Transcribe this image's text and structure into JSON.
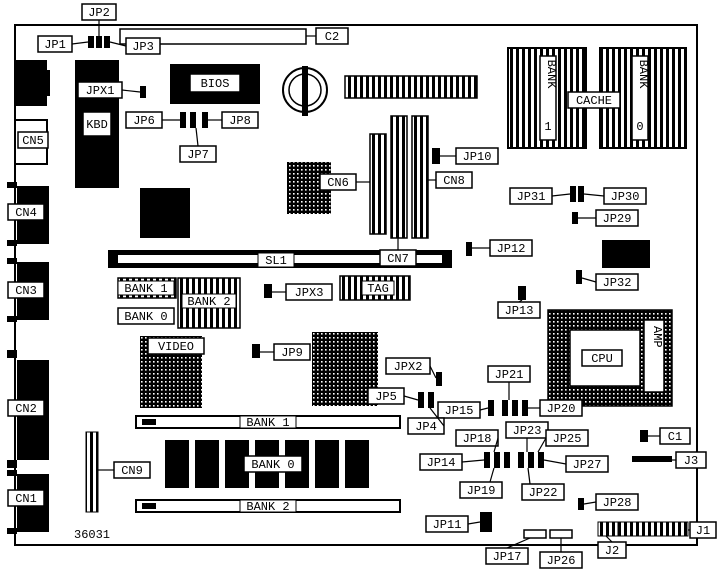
{
  "labels": {
    "jp2": "JP2",
    "jp1": "JP1",
    "jp3": "JP3",
    "c2": "C2",
    "jpx1": "JPX1",
    "bios": "BIOS",
    "kbd": "KBD",
    "jp6": "JP6",
    "jp8": "JP8",
    "jp7": "JP7",
    "cache": "CACHE",
    "bank_left": "BANK",
    "bank_right": "BANK",
    "bank_left_num": "1",
    "bank_right_num": "0",
    "cn5": "CN5",
    "jp10": "JP10",
    "cn6": "CN6",
    "cn8": "CN8",
    "jp31": "JP31",
    "jp30": "JP30",
    "jp29": "JP29",
    "cn4": "CN4",
    "sl1": "SL1",
    "cn7": "CN7",
    "jp12": "JP12",
    "cn3": "CN3",
    "bank1_sm": "BANK 1",
    "bank2_sm": "BANK 2",
    "bank0_sm": "BANK 0",
    "tag": "TAG",
    "jpx3": "JPX3",
    "jp13": "JP13",
    "jp32": "JP32",
    "video": "VIDEO",
    "cpu": "CPU",
    "amp": "AMP",
    "jp9": "JP9",
    "jpx2": "JPX2",
    "jp21": "JP21",
    "jp5": "JP5",
    "jp15": "JP15",
    "jp20": "JP20",
    "cn2": "CN2",
    "jp4": "JP4",
    "bank1_long": "BANK 1",
    "jp23": "JP23",
    "jp25": "JP25",
    "c1": "C1",
    "jp18": "JP18",
    "jp3r": "J3",
    "cn9": "CN9",
    "bank0_mid": "BANK 0",
    "jp14": "JP14",
    "jp27": "JP27",
    "jp19": "JP19",
    "jp22": "JP22",
    "cn1": "CN1",
    "bank2_long": "BANK 2",
    "jp28": "JP28",
    "j1": "J1",
    "jp11": "JP11",
    "part_no": "36031",
    "jp17": "JP17",
    "jp26": "JP26",
    "j2": "J2"
  }
}
